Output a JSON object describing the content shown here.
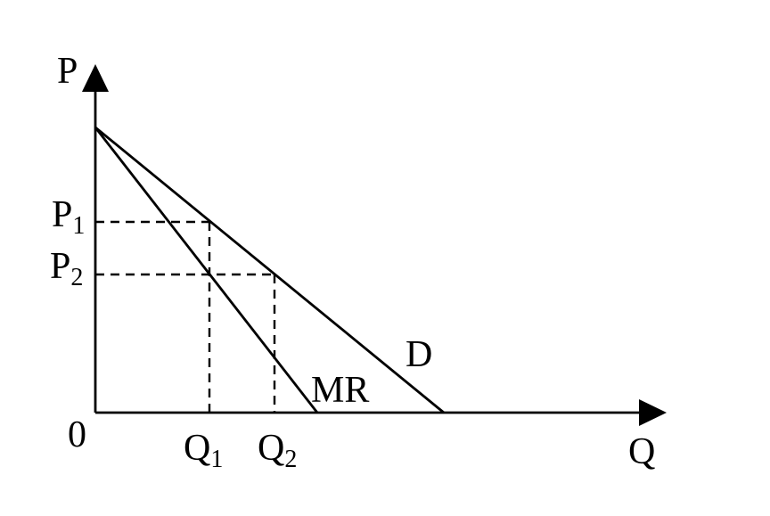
{
  "axes": {
    "y_label": "P",
    "x_label": "Q",
    "origin_label": "0"
  },
  "curves": {
    "demand_label": "D",
    "marginal_revenue_label": "MR"
  },
  "price_levels": [
    {
      "letter": "P",
      "subscript": "1"
    },
    {
      "letter": "P",
      "subscript": "2"
    }
  ],
  "quantity_levels": [
    {
      "letter": "Q",
      "subscript": "1"
    },
    {
      "letter": "Q",
      "subscript": "2"
    }
  ],
  "colors": {
    "ink": "#000000",
    "background": "#ffffff"
  }
}
